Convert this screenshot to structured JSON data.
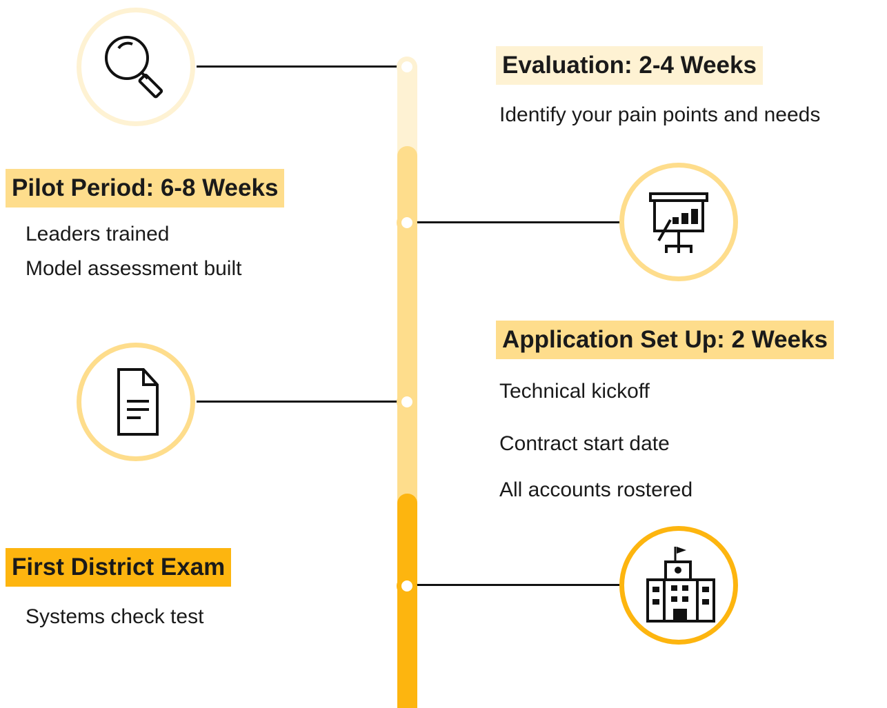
{
  "colors": {
    "stage_1": "#fef2d3",
    "stage_2": "#fedd8c",
    "stage_3": "#fedd8c",
    "stage_4": "#fdb50f",
    "line": "#111111"
  },
  "stages": [
    {
      "title": "Evaluation: 2-4 Weeks",
      "icon": "magnifying-glass-icon",
      "items": [
        "Identify your pain points and needs"
      ]
    },
    {
      "title": "Pilot Period: 6-8 Weeks",
      "icon": "presentation-board-icon",
      "items": [
        "Leaders trained",
        "Model assessment built"
      ]
    },
    {
      "title": "Application Set Up: 2 Weeks",
      "icon": "document-icon",
      "items": [
        "Technical kickoff",
        "Contract start date",
        "All accounts rostered"
      ]
    },
    {
      "title": "First District Exam",
      "icon": "school-building-icon",
      "items": [
        "Systems check test"
      ]
    }
  ]
}
